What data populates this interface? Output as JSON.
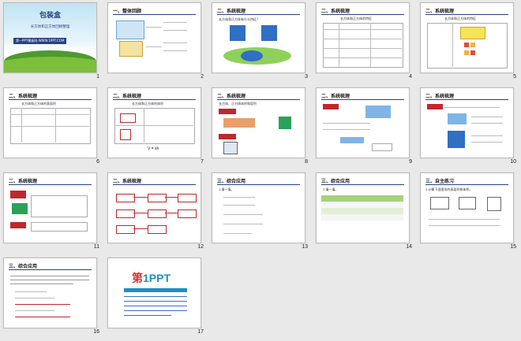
{
  "slides": [
    {
      "num": "1",
      "title": "包装盒",
      "subtitle": "长方体和正方体回顾整理",
      "brand": "第一PPT模板网-WWW.1PPT.COM"
    },
    {
      "num": "2",
      "header": "一、整体回顾"
    },
    {
      "num": "3",
      "header": "二、系统梳理",
      "body": "长方体和正方体有什么特征？"
    },
    {
      "num": "4",
      "header": "二、系统梳理",
      "body": "长方体和正方体的特征"
    },
    {
      "num": "5",
      "header": "二、系统梳理",
      "body": "长方体和正方体的特征"
    },
    {
      "num": "6",
      "header": "二、系统梳理",
      "body": "长方体和正方体的表面积"
    },
    {
      "num": "7",
      "header": "二、系统梳理",
      "body": "长方体和正方体的体积",
      "formula": "V = sh"
    },
    {
      "num": "8",
      "header": "二、系统梳理",
      "body": "长方体、正方体体积和容积"
    },
    {
      "num": "9",
      "header": "二、系统梳理"
    },
    {
      "num": "10",
      "header": "二、系统梳理"
    },
    {
      "num": "11",
      "header": "二、系统梳理"
    },
    {
      "num": "12",
      "header": "二、系统梳理"
    },
    {
      "num": "13",
      "header": "三、综合应用",
      "body": "1.填一填。"
    },
    {
      "num": "14",
      "header": "三、综合应用",
      "body": "2.填一填。"
    },
    {
      "num": "15",
      "header": "三、自主练习",
      "body": "3.计算下面图形的表面积和体积。"
    },
    {
      "num": "16",
      "header": "三、综合应用"
    },
    {
      "num": "17",
      "logo_a": "第",
      "logo_b": "1PPT"
    }
  ]
}
